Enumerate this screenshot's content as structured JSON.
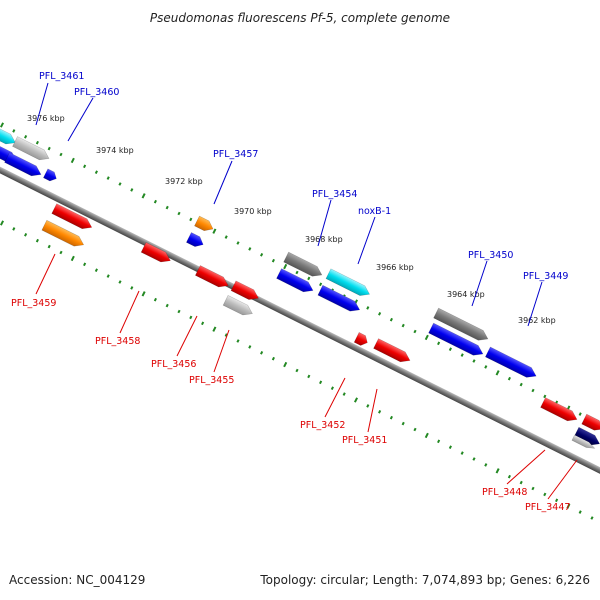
{
  "title": "Pseudomonas fluorescens Pf-5, complete genome",
  "footer": {
    "accession": "Accession: NC_004129",
    "summary": "Topology: circular; Length: 7,074,893 bp; Genes: 6,226"
  },
  "kbp_labels": [
    "3976 kbp",
    "3974 kbp",
    "3972 kbp",
    "3970 kbp",
    "3968 kbp",
    "3966 kbp",
    "3964 kbp",
    "3962 kbp"
  ],
  "gene_labels_top": [
    "PFL_3461",
    "PFL_3460",
    "PFL_3457",
    "PFL_3454",
    "noxB-1",
    "PFL_3450",
    "PFL_3449"
  ],
  "gene_labels_bottom": [
    "PFL_3459",
    "PFL_3458",
    "PFL_3456",
    "PFL_3455",
    "PFL_3452",
    "PFL_3451",
    "PFL_3448",
    "PFL_3447"
  ],
  "colors": {
    "backbone": "#777777",
    "tick": "#228822",
    "blue_feature": "#0000ee",
    "cyan_feature": "#00ddee",
    "gray_feature": "#777777",
    "lightgray_feature": "#bbbbbb",
    "orange_feature": "#ff8800",
    "red_feature": "#ee0000",
    "navy_feature": "#000066",
    "label_blue": "#0000cc",
    "label_red": "#dd0000"
  }
}
